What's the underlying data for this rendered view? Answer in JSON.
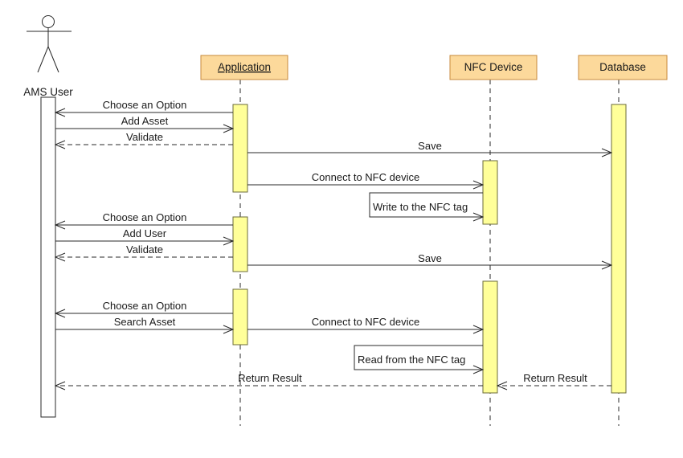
{
  "actors": [
    {
      "id": "user",
      "label": "AMS User"
    }
  ],
  "participants": [
    {
      "id": "app",
      "label": "Application",
      "underline": true
    },
    {
      "id": "nfc",
      "label": "NFC Device",
      "underline": false
    },
    {
      "id": "db",
      "label": "Database",
      "underline": false
    }
  ],
  "messages": [
    {
      "from": "app",
      "to": "user",
      "label": "Choose an Option",
      "style": "solid"
    },
    {
      "from": "user",
      "to": "app",
      "label": "Add Asset",
      "style": "solid"
    },
    {
      "from": "app",
      "to": "user",
      "label": "Validate",
      "style": "dashed"
    },
    {
      "from": "app",
      "to": "db",
      "label": "Save",
      "style": "solid"
    },
    {
      "from": "app",
      "to": "nfc",
      "label": "Connect to NFC device",
      "style": "solid"
    },
    {
      "from": "nfc",
      "to": "nfc",
      "label": "Write to the NFC tag",
      "style": "self"
    },
    {
      "from": "app",
      "to": "user",
      "label": "Choose an Option",
      "style": "solid"
    },
    {
      "from": "user",
      "to": "app",
      "label": "Add User",
      "style": "solid"
    },
    {
      "from": "app",
      "to": "user",
      "label": "Validate",
      "style": "dashed"
    },
    {
      "from": "app",
      "to": "db",
      "label": "Save",
      "style": "solid"
    },
    {
      "from": "app",
      "to": "user",
      "label": "Choose an Option",
      "style": "solid"
    },
    {
      "from": "user",
      "to": "app",
      "label": "Search Asset",
      "style": "solid"
    },
    {
      "from": "app",
      "to": "nfc",
      "label": "Connect to NFC device",
      "style": "solid"
    },
    {
      "from": "nfc",
      "to": "nfc",
      "label": "Read from the NFC tag",
      "style": "self"
    },
    {
      "from": "db",
      "to": "nfc",
      "label": "Return Result",
      "style": "dashed"
    },
    {
      "from": "nfc",
      "to": "user",
      "label": "Return Result",
      "style": "dashed"
    }
  ],
  "colors": {
    "header_fill": "#fcd99b",
    "header_stroke": "#c78a3c",
    "activation_fill": "#ffff99",
    "activation_stroke": "#6b6b3a",
    "line": "#2a2a2a"
  }
}
